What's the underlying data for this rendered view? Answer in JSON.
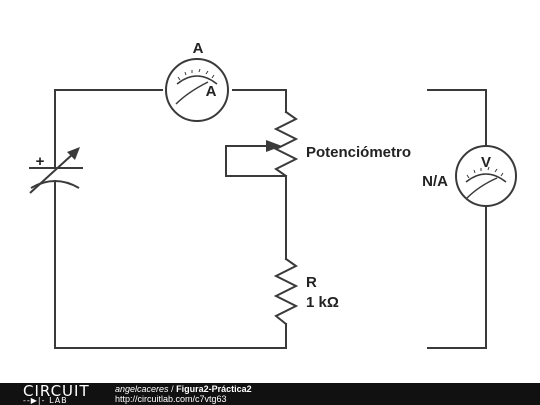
{
  "labels": {
    "ammeter_name": "A",
    "ammeter_symbol": "A",
    "potentiometer": "Potenciómetro",
    "resistor_name": "R",
    "resistor_value": "1 kΩ",
    "voltmeter_name": "N/A",
    "voltmeter_symbol": "V",
    "source_polarity": "+"
  },
  "footer": {
    "logo_top": "CIRCUIT",
    "logo_bottom": "LAB",
    "author": "angelcaceres",
    "separator": "/",
    "title": "Figura2-Práctica2",
    "url": "http://circuitlab.com/c7vtg63"
  },
  "colors": {
    "wire": "#3a3a3a",
    "footer_bg": "#111111"
  }
}
